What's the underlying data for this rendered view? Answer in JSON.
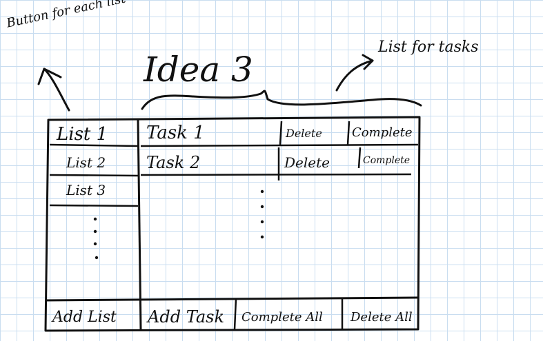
{
  "title": "Idea 3",
  "annotations": {
    "button_note": "Button for each list",
    "list_note": "List for tasks"
  },
  "sidebar": {
    "lists": [
      {
        "label": "List 1"
      },
      {
        "label": "List 2"
      },
      {
        "label": "List 3"
      }
    ],
    "add_label": "Add List"
  },
  "tasks": [
    {
      "label": "Task 1",
      "delete_label": "Delete",
      "complete_label": "Complete"
    },
    {
      "label": "Task 2",
      "delete_label": "Delete",
      "complete_label": "Complete"
    }
  ],
  "footer": {
    "add_task": "Add Task",
    "complete_all": "Complete All",
    "delete_all": "Delete All"
  },
  "colors": {
    "grid": "#c9ddf0",
    "ink": "#111111",
    "paper": "#ffffff"
  }
}
